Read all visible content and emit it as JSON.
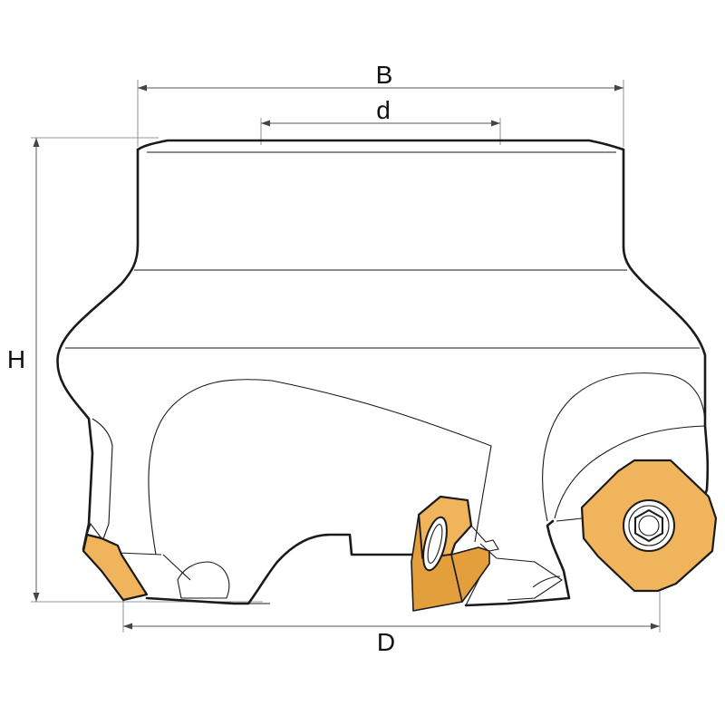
{
  "diagram": {
    "labels": {
      "B": "B",
      "d": "d",
      "H": "H",
      "D": "D"
    },
    "colors": {
      "insert": "#f0b55c",
      "insert_shade": "#e39f3c",
      "outline": "#1a1a1a",
      "dimension": "#555555",
      "background": "#ffffff"
    }
  }
}
